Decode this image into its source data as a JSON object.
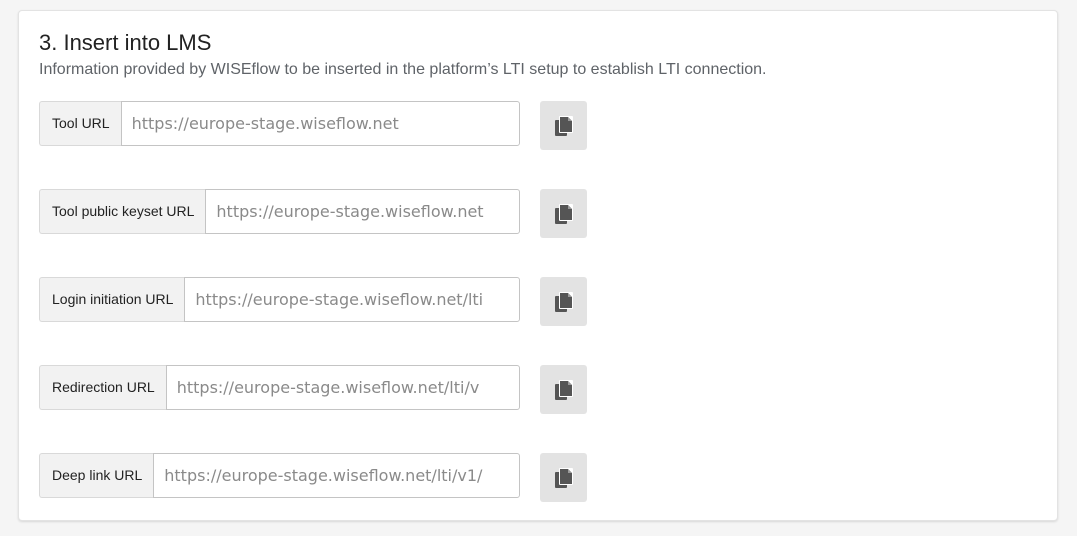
{
  "section": {
    "title": "3. Insert into LMS",
    "subtitle": "Information provided by WISEflow to be inserted in the platform’s LTI setup to establish LTI connection."
  },
  "fields": [
    {
      "label": "Tool URL",
      "value": "https://europe-stage.wiseflow.net",
      "copy_icon": "copy-icon"
    },
    {
      "label": "Tool public keyset URL",
      "value": "https://europe-stage.wiseflow.net",
      "copy_icon": "copy-icon"
    },
    {
      "label": "Login initiation URL",
      "value": "https://europe-stage.wiseflow.net/lti",
      "copy_icon": "copy-icon"
    },
    {
      "label": "Redirection URL",
      "value": "https://europe-stage.wiseflow.net/lti/v",
      "copy_icon": "copy-icon"
    },
    {
      "label": "Deep link URL",
      "value": "https://europe-stage.wiseflow.net/lti/v1/",
      "copy_icon": "copy-icon"
    }
  ],
  "colors": {
    "card_background": "#ffffff",
    "addon_background": "#f2f2f2",
    "copy_button_background": "#e3e3e3",
    "icon_color": "#555555",
    "value_text": "#8a8a8a"
  }
}
